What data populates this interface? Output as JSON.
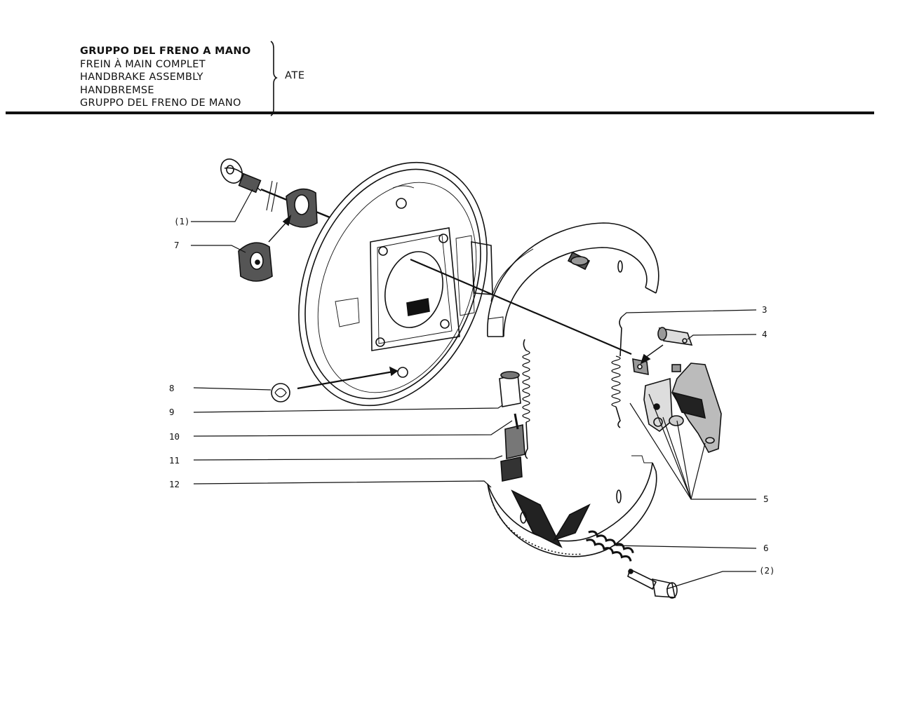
{
  "header": {
    "titles": [
      "GRUPPO DEL FRENO A MANO",
      "FREIN À MAIN COMPLET",
      "HANDBRAKE ASSEMBLY",
      "HANDBREMSE",
      "GRUPPO DEL FRENO DE MANO"
    ],
    "manufacturer": "ATE"
  },
  "callouts": {
    "left": [
      "(1)",
      "7",
      "8",
      "9",
      "10",
      "11",
      "12"
    ],
    "right": [
      "3",
      "4",
      "5",
      "6",
      "(2)"
    ]
  }
}
